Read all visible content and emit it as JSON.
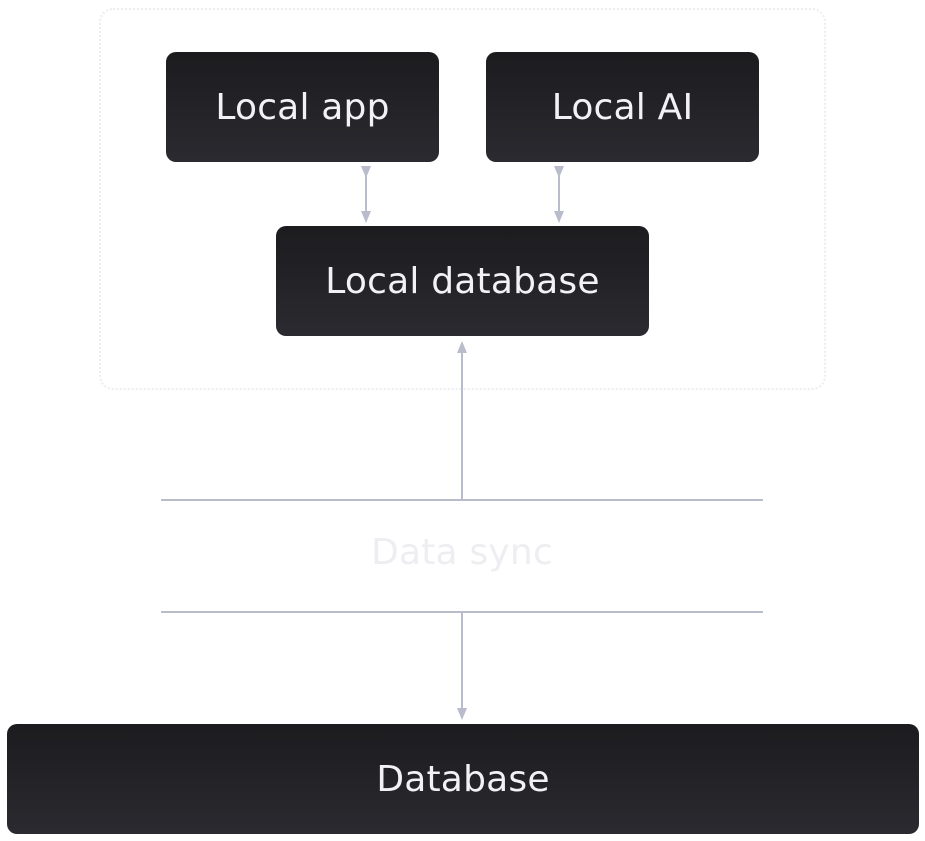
{
  "diagram": {
    "nodes": {
      "local_app": "Local app",
      "local_ai": "Local AI",
      "local_database": "Local database",
      "database": "Database"
    },
    "sync_label": "Data sync"
  },
  "colors": {
    "node_fill": "#1c1c1f",
    "node_text": "#f2f2f4",
    "connector": "#b8bccb",
    "group_border": "#ececf1",
    "sync_label": "#eeeef2"
  }
}
